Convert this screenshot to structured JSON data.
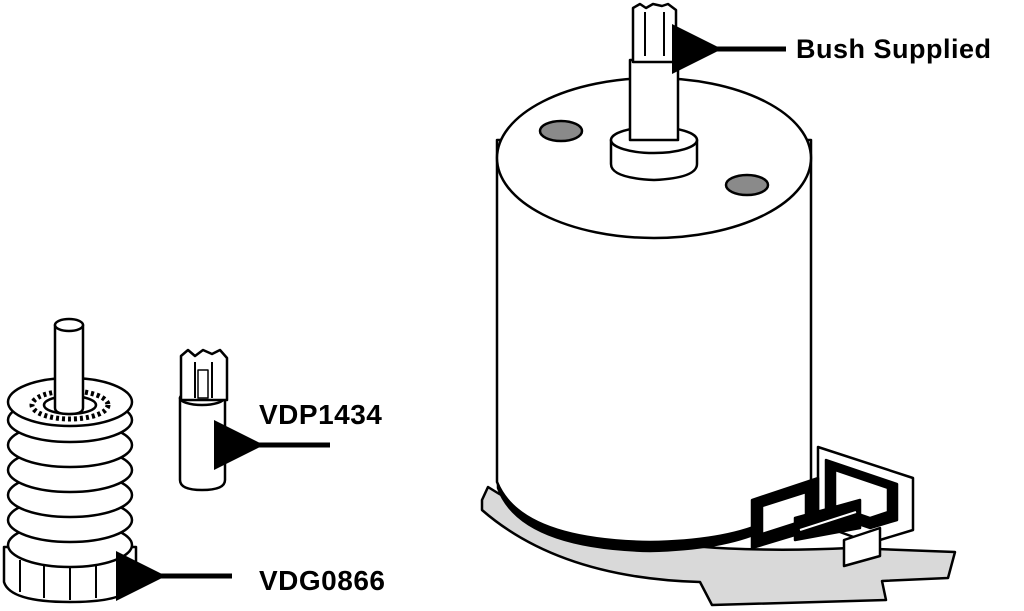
{
  "labels": {
    "bush_supplied": "Bush Supplied",
    "vdp_part": "VDP1434",
    "vdg_part": "VDG0866"
  },
  "colors": {
    "stroke": "#000000",
    "fill": "#ffffff",
    "base_plate": "#d9d9d9",
    "mounting_hole": "#8a8a8a"
  }
}
